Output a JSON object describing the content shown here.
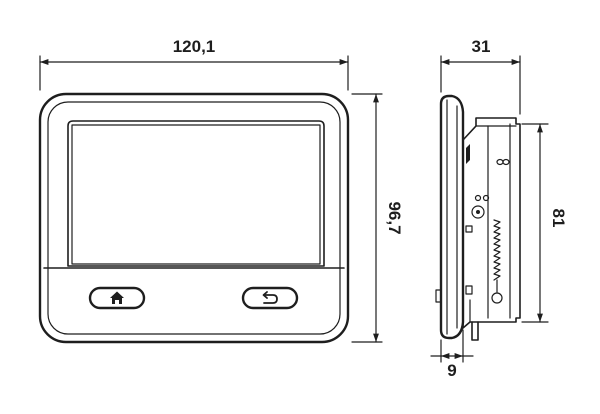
{
  "dimensions": {
    "front_width": "120,1",
    "front_height": "96,7",
    "side_depth": "31",
    "side_height": "81",
    "side_base": "9"
  },
  "icons": {
    "front_left_button": "home-icon",
    "front_right_button": "back-arrow-icon"
  },
  "colors": {
    "line": "#1e1e1e",
    "background": "#ffffff"
  }
}
